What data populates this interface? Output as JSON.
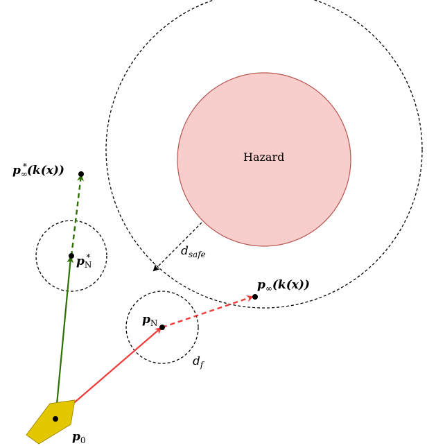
{
  "hazard": {
    "label": "Hazard",
    "fill_color": "#f8cecc",
    "stroke_color": "#b85450"
  },
  "labels": {
    "p_inf_star": {
      "base": "p",
      "sub": "∞",
      "sup": "*",
      "tail": "(k(x))"
    },
    "p_n_star": {
      "base": "p",
      "sub": "N",
      "sup": "*"
    },
    "p_n": {
      "base": "p",
      "sub": "N"
    },
    "p_inf": {
      "base": "p",
      "sub": "∞",
      "tail": "(k(x))"
    },
    "p_0": {
      "base": "p",
      "sub": "0"
    },
    "d_safe": {
      "base": "d",
      "sub": "safe"
    },
    "d_f": {
      "base": "d",
      "sub": "f"
    }
  },
  "colors": {
    "safe_path": "#2d7000",
    "nominal_path": "#f23a3a",
    "vehicle_fill": "#e3c800",
    "vehicle_stroke": "#b09500",
    "dashed_circle": "#000000"
  },
  "icons": {
    "vehicle": "vehicle-pentagon-icon",
    "point": "point-marker-icon"
  }
}
